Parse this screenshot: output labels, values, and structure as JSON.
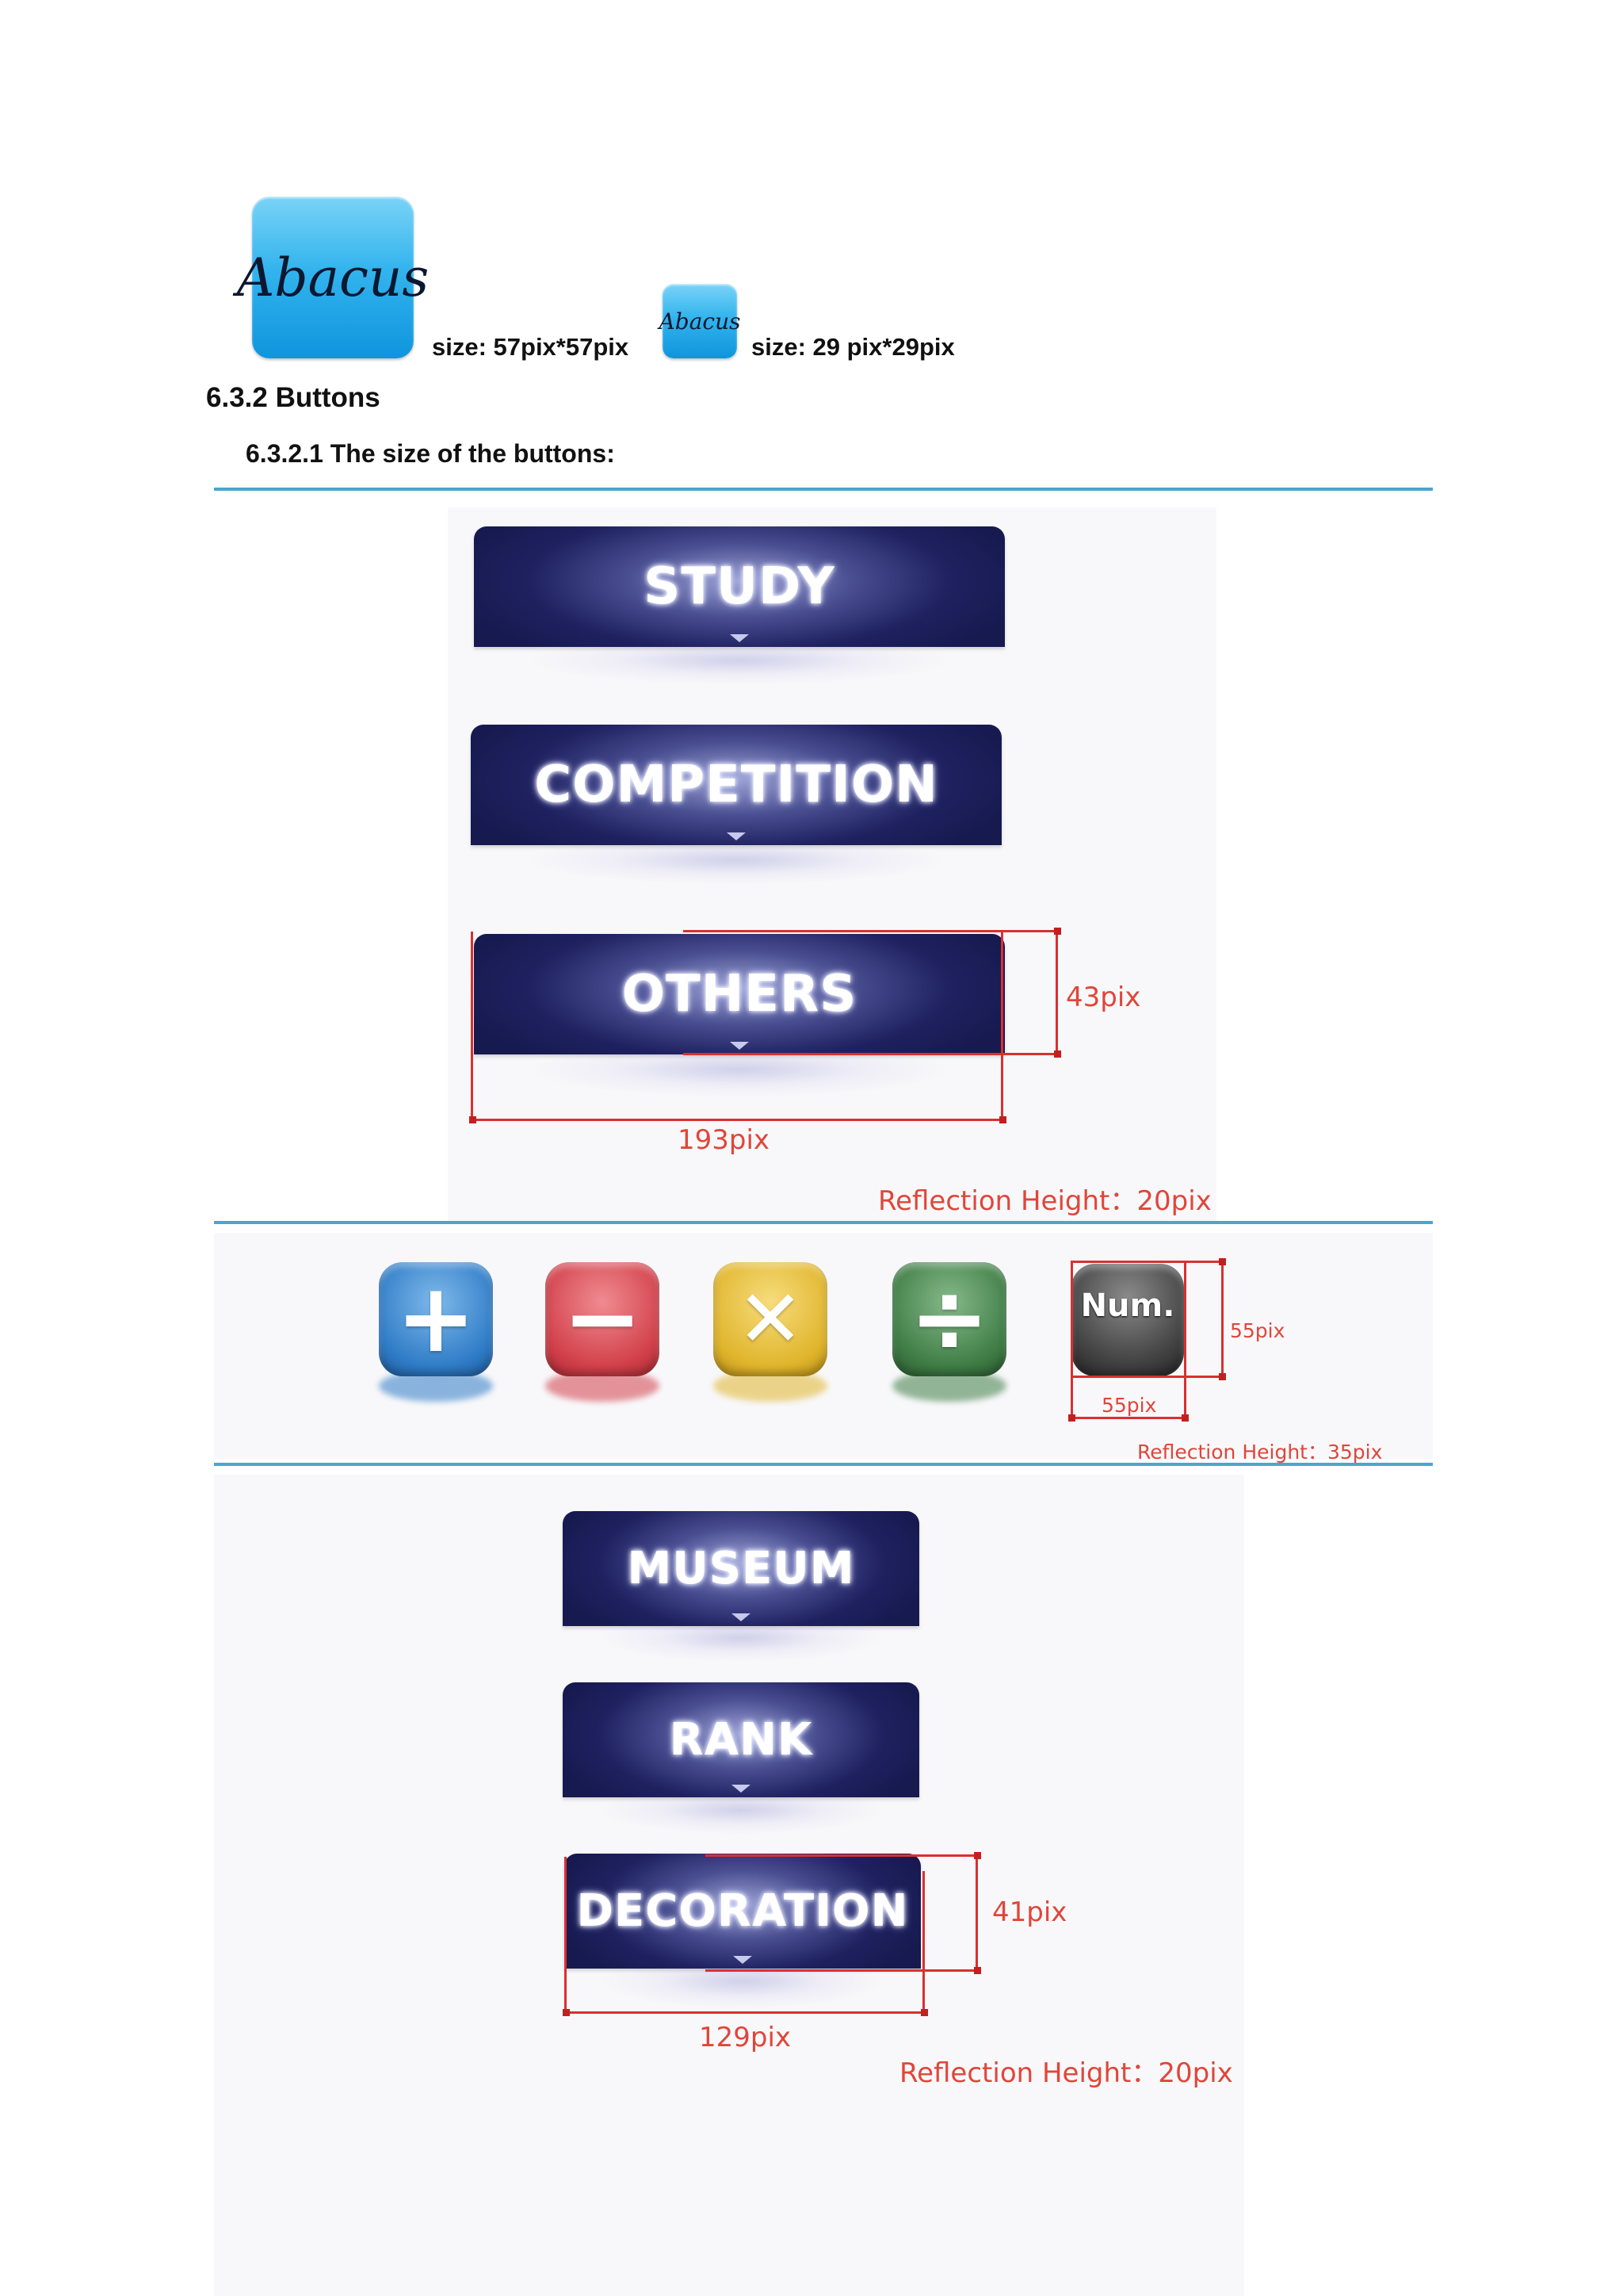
{
  "icons": [
    {
      "name": "abacus-app-icon-large",
      "label": "Abacus",
      "caption": "size: 57pix*57pix"
    },
    {
      "name": "abacus-app-icon-small",
      "label": "Abacus",
      "caption": "size: 29 pix*29pix"
    }
  ],
  "section": {
    "heading": "6.3.2 Buttons",
    "subheading": "6.3.2.1 The size of the buttons:"
  },
  "menu_buttons_group1": {
    "buttons": [
      "STUDY",
      "COMPETITION",
      "OTHERS"
    ],
    "height_label": "43pix",
    "width_label": "193pix",
    "reflection_label": "Reflection Height：20pix"
  },
  "math_buttons": {
    "buttons": [
      {
        "name": "plus",
        "symbol": "+",
        "color": "#2f7cc7"
      },
      {
        "name": "minus",
        "symbol": "−",
        "color": "#d2404a"
      },
      {
        "name": "multiply",
        "symbol": "✕",
        "color": "#e0b52c"
      },
      {
        "name": "divide",
        "symbol": "÷",
        "color": "#3f7d45"
      },
      {
        "name": "num",
        "symbol": "Num.",
        "color": "#333333"
      }
    ],
    "height_label": "55pix",
    "width_label": "55pix",
    "reflection_label": "Reflection Height：35pix"
  },
  "menu_buttons_group2": {
    "buttons": [
      "MUSEUM",
      "RANK",
      "DECORATION"
    ],
    "height_label": "41pix",
    "width_label": "129pix",
    "reflection_label": "Reflection Height：20pix"
  },
  "colors": {
    "divider": "#4aa6cc",
    "button_navy": "#1f2160",
    "annotation_red": "#d93030"
  }
}
